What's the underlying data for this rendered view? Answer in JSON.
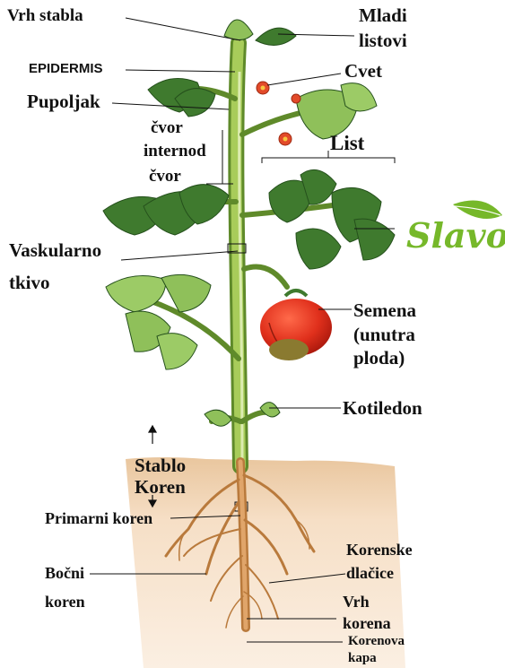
{
  "labels": {
    "vrh_stabla": "Vrh stabla",
    "mladi_listovi_1": "Mladi",
    "mladi_listovi_2": "listovi",
    "epidermis": "EPIDERMIS",
    "cvet": "Cvet",
    "pupoljak": "Pupoljak",
    "cvor_1": "čvor",
    "internod": "internod",
    "cvor_2": "čvor",
    "list": "List",
    "vaskularno_1": "Vaskularno",
    "vaskularno_2": "tkivo",
    "semena_1": "Semena",
    "semena_2": "(unutra",
    "semena_3": "ploda)",
    "kotiledon": "Kotiledon",
    "stablo": "Stablo",
    "koren": "Koren",
    "primarni_koren": "Primarni koren",
    "bocni_1": "Bočni",
    "bocni_2": "koren",
    "korenske_1": "Korenske",
    "korenske_2": "dlačice",
    "vrh_korena_1": "Vrh",
    "vrh_korena_2": "korena",
    "korenova_1": "Korenova",
    "korenova_2": "kapa"
  },
  "logo": {
    "text": "Slavol",
    "color": "#76b82a"
  },
  "colors": {
    "stem": "#9cc04a",
    "stem_dark": "#5f8a2a",
    "leaf": "#3f7a2e",
    "leaf_dark": "#25501c",
    "light_leaf": "#8fc05a",
    "tomato": "#e0301c",
    "soil": "#f4dcc0",
    "root": "#c98a4a"
  },
  "icons": [
    "tomato-plant-illustration",
    "leaf-logo-icon",
    "up-arrow-icon",
    "down-arrow-icon"
  ]
}
